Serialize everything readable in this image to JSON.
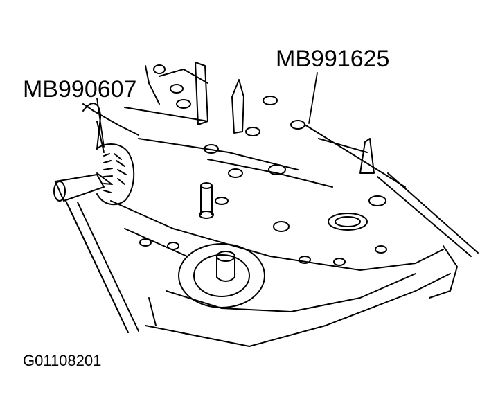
{
  "callouts": {
    "tool_left": "MB990607",
    "tool_right": "MB991625"
  },
  "figure_id": "G01108201",
  "colors": {
    "line": "#000000",
    "background": "#ffffff"
  }
}
